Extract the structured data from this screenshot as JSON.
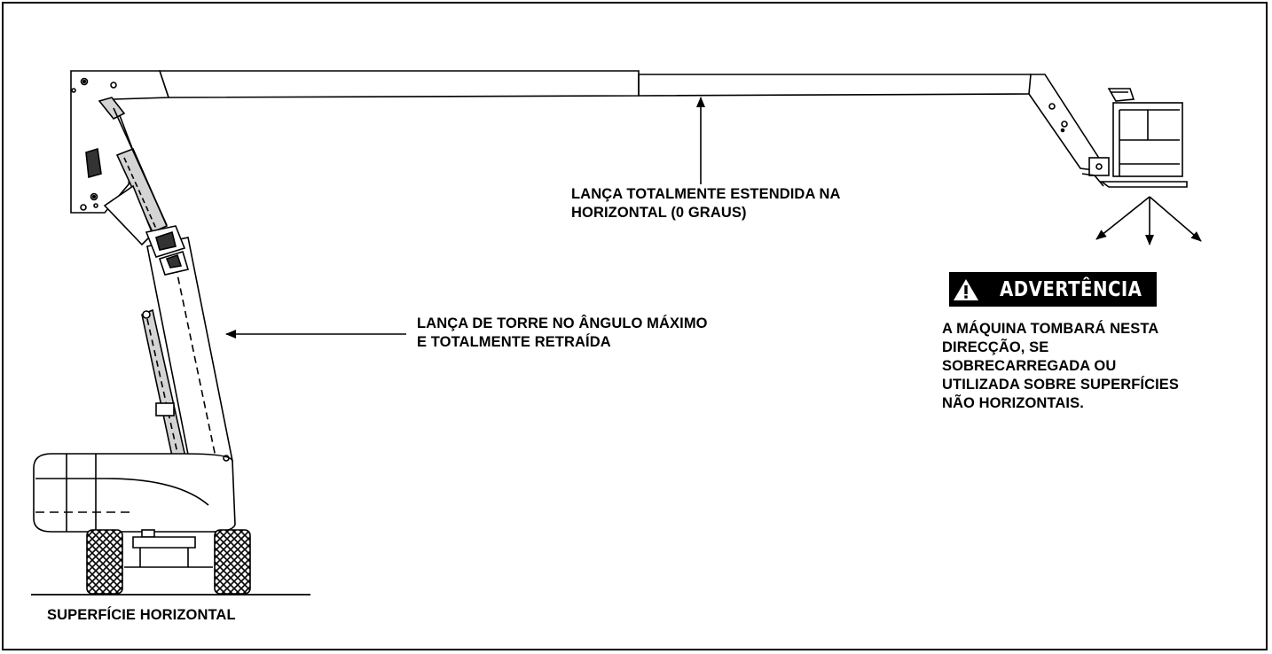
{
  "labels": {
    "boom": [
      "LANÇA TOTALMENTE ESTENDIDA NA",
      "HORIZONTAL (0 GRAUS)"
    ],
    "tower": [
      "LANÇA DE TORRE NO ÂNGULO MÁXIMO",
      "E TOTALMENTE RETRAÍDA"
    ],
    "surface": "SUPERFÍCIE HORIZONTAL"
  },
  "warning": {
    "banner": "ADVERTÊNCIA",
    "icon": "warning-triangle-icon",
    "text": [
      "A MÁQUINA TOMBARÁ NESTA",
      "DIRECÇÃO, SE",
      "SOBRECARREGADA OU",
      "UTILIZADA SOBRE SUPERFÍCIES",
      "NÃO HORIZONTAIS."
    ]
  },
  "colors": {
    "line": "#000000",
    "background": "#ffffff",
    "cylinder": "#d4d4d4"
  }
}
